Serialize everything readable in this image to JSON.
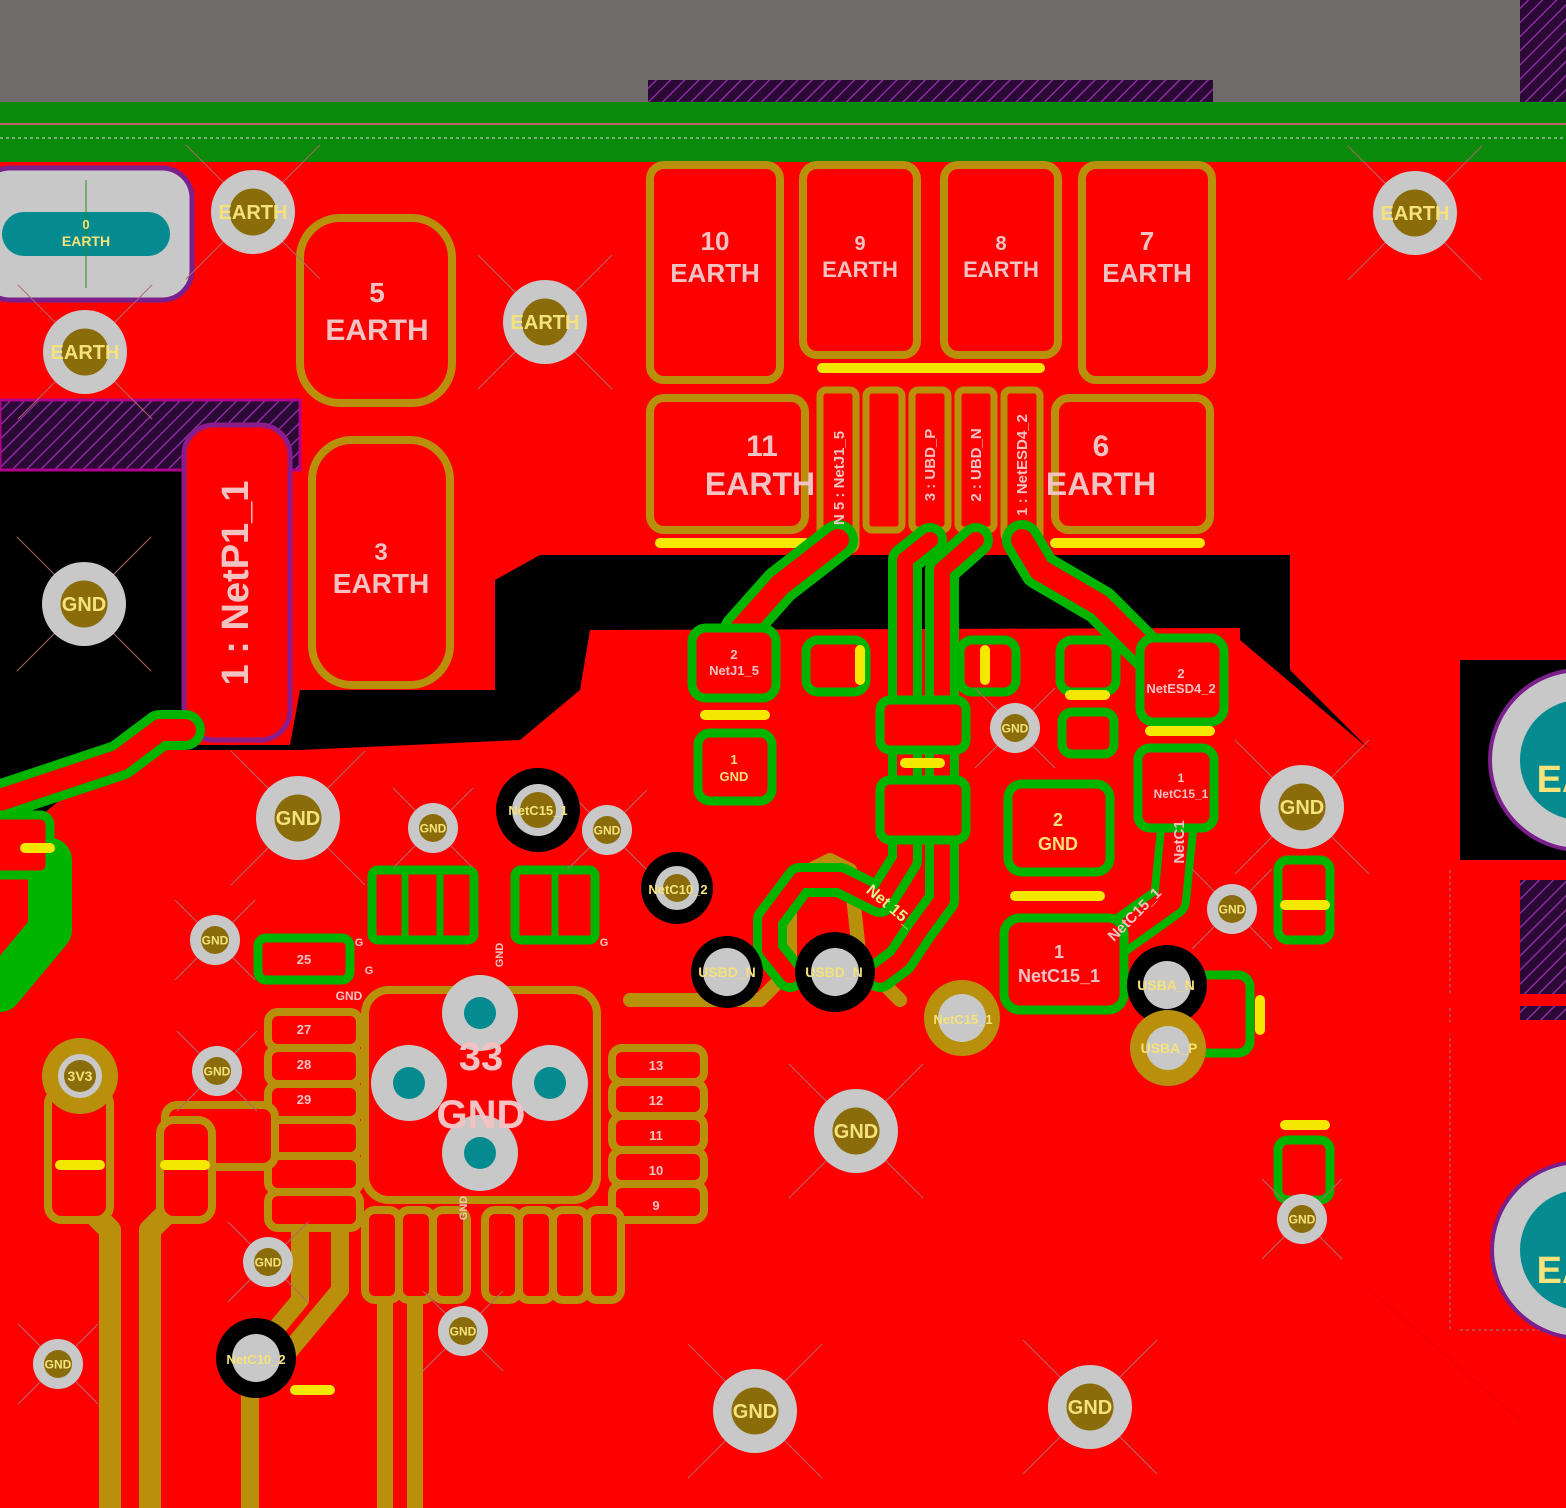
{
  "colors": {
    "background": "#000000",
    "top_layer": "#ff0000",
    "bottom_layer_gold": "#b8900b",
    "keepout_green": "#009900",
    "mask_green": "#00b400",
    "pad_grey": "#c8c8c8",
    "via_gold": "#8a6d0a",
    "mech_grey": "#6f6b6b",
    "hatch_purple": "#7a1f8c",
    "label_yellow": "#f5e27a",
    "teal": "#048b8f"
  },
  "connector_pads": [
    {
      "num": "10",
      "net": "EARTH"
    },
    {
      "num": "9",
      "net": "EARTH"
    },
    {
      "num": "8",
      "net": "EARTH"
    },
    {
      "num": "7",
      "net": "EARTH"
    },
    {
      "num": "11",
      "net": "EARTH"
    },
    {
      "num": "6",
      "net": "EARTH"
    },
    {
      "num": "5",
      "net": "EARTH"
    },
    {
      "num": "3",
      "net": "EARTH"
    },
    {
      "num": "0",
      "net": "EARTH"
    }
  ],
  "connector_pins": [
    "N  5 : NetJ1_5",
    "3 : UBD_P",
    "2 : UBD_N",
    "1 : NetESD4_2"
  ],
  "netp1": "1 : NetP1_1",
  "vias": {
    "earth": "EARTH",
    "gnd": "GND",
    "v3v3": "3V3",
    "netc15": "NetC15_1",
    "netc10": "NetC10_2",
    "usbd_n": "USBD_N",
    "usba_n": "USBA_N",
    "usba_p": "USBA_P",
    "ea": "EA"
  },
  "small_pads": {
    "netj1": {
      "num": "2",
      "net": "NetJ1_5"
    },
    "gnd1": {
      "num": "1",
      "net": "GND"
    },
    "gnd2": {
      "num": "2",
      "net": "GND"
    },
    "netesd": {
      "num": "2",
      "net": "NetESD4_2"
    },
    "netc15a": {
      "num": "1",
      "net": "NetC15_1"
    },
    "netc15b": {
      "num": "1",
      "net": "NetC15_1"
    }
  },
  "ic": {
    "center_num": "33",
    "center_net": "GND",
    "left_pins": [
      "25",
      "27",
      "28",
      "29"
    ],
    "right_pins": [
      "13",
      "12",
      "11",
      "10",
      "9"
    ],
    "gnd_small": "GND",
    "g_mark": "G"
  },
  "trace_labels": {
    "netc15_diag": "NetC15_1",
    "netc15_vert": "NetC1",
    "net15": "Net 15_"
  }
}
